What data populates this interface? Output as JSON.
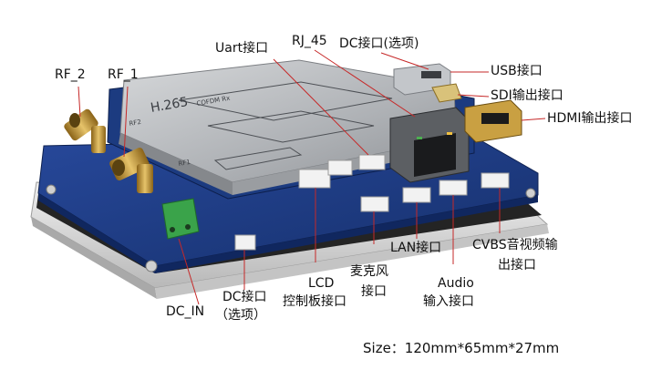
{
  "callouts": {
    "rf2": "RF_2",
    "rf1": "RF_1",
    "uart": "Uart接口",
    "rj45": "RJ_45",
    "dc_top": "DC接口(选项)",
    "usb": "USB接口",
    "sdi": "SDI输出接口",
    "hdmi": "HDMI输出接口",
    "dc_in": "DC_IN",
    "dc_bottom_1": "DC接口",
    "dc_bottom_2": "（选项）",
    "lcd_1": "LCD",
    "lcd_2": "控制板接口",
    "mic_1": "麦克风",
    "mic_2": "接口",
    "lan": "LAN接口",
    "audio_1": "Audio",
    "audio_2": "输入接口",
    "cvbs_1": "CVBS音视频输",
    "cvbs_2": "出接口"
  },
  "board_markings": {
    "chip": "H.265",
    "brand": "COFDM Rx",
    "rf2": "RF2",
    "rf1": "RF1"
  },
  "size_caption": "Size：120mm*65mm*27mm",
  "colors": {
    "pcb": "#1f3f86",
    "shield": "#b9bcc0",
    "case": "#dcdcdc",
    "terminal": "#3aa34a",
    "gold": "#c89a3a",
    "leader": "#c62828"
  }
}
